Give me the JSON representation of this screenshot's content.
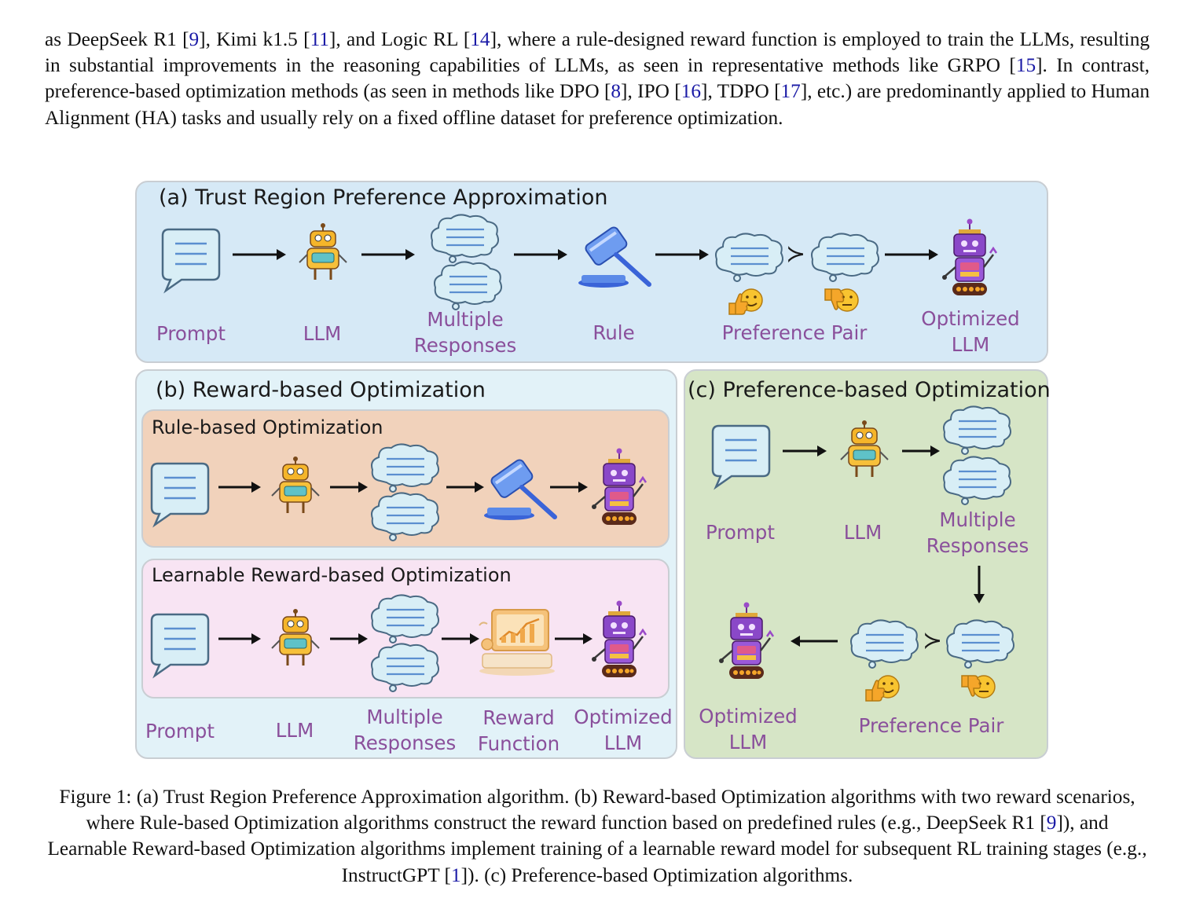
{
  "paragraph": {
    "s1": "as DeepSeek R1 [",
    "r1": "9",
    "s2": "], Kimi k1.5 [",
    "r2": "11",
    "s3": "], and Logic RL [",
    "r3": "14",
    "s4": "], where a rule-designed reward function is employed to train the LLMs, resulting in substantial improvements in the reasoning capabilities of LLMs, as seen in representative methods like GRPO [",
    "r4": "15",
    "s5": "]. In contrast, preference-based optimization methods (as seen in methods like DPO [",
    "r5": "8",
    "s6": "], IPO [",
    "r6": "16",
    "s7": "], TDPO [",
    "r7": "17",
    "s8": "], etc.) are predominantly applied to Human Alignment (HA) tasks and usually rely on a fixed offline dataset for preference optimization."
  },
  "panel_a": {
    "title": "(a) Trust Region Preference Approximation",
    "labels": {
      "prompt": "Prompt",
      "llm": "LLM",
      "multi1": "Multiple",
      "multi2": "Responses",
      "rule": "Rule",
      "pair": "Preference Pair",
      "opt1": "Optimized",
      "opt2": "LLM"
    },
    "succ": "≻"
  },
  "panel_b": {
    "title": "(b) Reward-based Optimization",
    "sub1": "Rule-based Optimization",
    "sub2": "Learnable Reward-based Optimization",
    "labels": {
      "prompt": "Prompt",
      "llm": "LLM",
      "multi1": "Multiple",
      "multi2": "Responses",
      "reward1": "Reward",
      "reward2": "Function",
      "opt1": "Optimized",
      "opt2": "LLM"
    }
  },
  "panel_c": {
    "title": "(c) Preference-based Optimization",
    "labels": {
      "prompt": "Prompt",
      "llm": "LLM",
      "multi1": "Multiple",
      "multi2": "Responses",
      "opt1": "Optimized",
      "opt2": "LLM",
      "pair": "Preference Pair"
    },
    "succ": "≻"
  },
  "caption": {
    "c1": "Figure 1: (a) Trust Region Preference Approximation algorithm. (b) Reward-based Optimization algorithms with two reward scenarios, where Rule-based Optimization algorithms construct the reward function based on predefined rules (e.g., DeepSeek R1 [",
    "r1": "9",
    "c2": "]), and Learnable Reward-based Optimization algorithms implement training of a learnable reward model for subsequent RL training stages (e.g., InstructGPT [",
    "r2": "1",
    "c3": "]). (c) Preference-based Optimization algorithms."
  },
  "colors": {
    "panel_a_bg": "#d6e9f6",
    "panel_b_bg": "#e2f2f8",
    "panel_b_rule_bg": "#f1d2bb",
    "panel_b_learn_bg": "#f8e4f3",
    "panel_c_bg": "#d6e5c6",
    "label_purple": "#8a4f9b",
    "citation_blue": "#1a1aa6"
  }
}
